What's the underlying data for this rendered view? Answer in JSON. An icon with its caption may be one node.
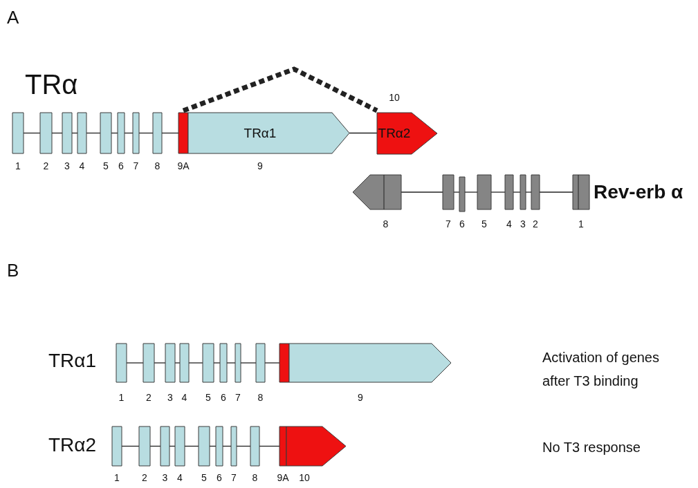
{
  "diagram": {
    "nodes": [
      {
        "text": [],
        "shape": "box",
        "beside": [
          "1"
        ]
      },
      {
        "text": [],
        "shape": "box",
        "beside": [
          "2"
        ]
      },
      {
        "text": [],
        "shape": "box",
        "beside": [
          "3"
        ]
      },
      {
        "text": [],
        "shape": "box",
        "beside": [
          "4"
        ]
      },
      {
        "text": [],
        "shape": "box",
        "beside": [
          "5"
        ]
      },
      {
        "text": [],
        "shape": "box",
        "beside": [
          "6"
        ]
      },
      {
        "text": [],
        "shape": "box",
        "beside": [
          "7"
        ]
      },
      {
        "text": [],
        "shape": "box",
        "beside": [
          "8"
        ]
      },
      {
        "text": [],
        "shape": "box",
        "beside": [
          "9A"
        ]
      },
      {
        "text": [
          "TRα1"
        ],
        "beside": [
          "9"
        ]
      },
      {
        "text": [
          "TRα2"
        ],
        "beside": [
          "10"
        ]
      },
      {
        "text": [],
        "shape": "arrow",
        "beside": [
          "8"
        ]
      },
      {
        "text": [],
        "shape": "box",
        "beside": [
          "7"
        ]
      },
      {
        "text": [],
        "shape": "box",
        "beside": [
          "6"
        ]
      },
      {
        "text": [],
        "shape": "box",
        "beside": [
          "5"
        ]
      },
      {
        "text": [],
        "shape": "box",
        "beside": [
          "4"
        ]
      },
      {
        "text": [],
        "shape": "box",
        "beside": [
          "3"
        ]
      },
      {
        "text": [],
        "shape": "box",
        "beside": [
          "2"
        ]
      },
      {
        "text": [],
        "shape": "box",
        "beside": [
          "1"
        ]
      },
      {
        "text": [],
        "shape": "box",
        "beside": [
          "1"
        ]
      },
      {
        "text": [],
        "shape": "box",
        "beside": [
          "2"
        ]
      },
      {
        "text": [],
        "shape": "box",
        "beside": [
          "3"
        ]
      },
      {
        "text": [],
        "shape": "box",
        "beside": [
          "4"
        ]
      },
      {
        "text": [],
        "shape": "box",
        "beside": [
          "5"
        ]
      },
      {
        "text": [],
        "shape": "box",
        "beside": [
          "6"
        ]
      },
      {
        "text": [],
        "shape": "box",
        "beside": [
          "7"
        ]
      },
      {
        "text": [],
        "shape": "box",
        "beside": [
          "8"
        ]
      },
      {
        "text": [],
        "shape": "box"
      },
      {
        "text": [],
        "shape": "arrow",
        "beside": [
          "9"
        ]
      },
      {
        "text": [],
        "shape": "box",
        "beside": [
          "1"
        ]
      },
      {
        "text": [],
        "shape": "box",
        "beside": [
          "2"
        ]
      },
      {
        "text": [],
        "shape": "box",
        "beside": [
          "3"
        ]
      },
      {
        "text": [],
        "shape": "box",
        "beside": [
          "4"
        ]
      },
      {
        "text": [],
        "shape": "box",
        "beside": [
          "5"
        ]
      },
      {
        "text": [],
        "shape": "box",
        "beside": [
          "6"
        ]
      },
      {
        "text": [],
        "shape": "box",
        "beside": [
          "7"
        ]
      },
      {
        "text": [],
        "shape": "box",
        "beside": [
          "8"
        ]
      },
      {
        "text": [],
        "shape": "box",
        "beside": [
          "9A"
        ]
      },
      {
        "text": [],
        "shape": "arrow",
        "beside": [
          "10"
        ]
      }
    ],
    "edges": [
      {
        "from": 0,
        "to": 1,
        "arrow": "none"
      },
      {
        "from": 1,
        "to": 2,
        "arrow": "none"
      },
      {
        "from": 2,
        "to": 3,
        "arrow": "none"
      },
      {
        "from": 3,
        "to": 4,
        "arrow": "none"
      },
      {
        "from": 4,
        "to": 5,
        "arrow": "none"
      },
      {
        "from": 5,
        "to": 6,
        "arrow": "none"
      },
      {
        "from": 6,
        "to": 7,
        "arrow": "none"
      },
      {
        "from": 7,
        "to": 8,
        "arrow": "none"
      },
      {
        "from": 9,
        "to": 10,
        "arrow": "none"
      },
      {
        "from": 8,
        "to": 10,
        "arrow": "none",
        "style": "dashed"
      },
      {
        "from": 11,
        "to": 12,
        "arrow": "none"
      },
      {
        "from": 12,
        "to": 13,
        "arrow": "none"
      },
      {
        "from": 13,
        "to": 14,
        "arrow": "none"
      },
      {
        "from": 14,
        "to": 15,
        "arrow": "none"
      },
      {
        "from": 15,
        "to": 16,
        "arrow": "none"
      },
      {
        "from": 16,
        "to": 17,
        "arrow": "none"
      },
      {
        "from": 17,
        "to": 18,
        "arrow": "none"
      },
      {
        "from": 19,
        "to": 20,
        "arrow": "none"
      },
      {
        "from": 20,
        "to": 21,
        "arrow": "none"
      },
      {
        "from": 21,
        "to": 22,
        "arrow": "none"
      },
      {
        "from": 22,
        "to": 23,
        "arrow": "none"
      },
      {
        "from": 23,
        "to": 24,
        "arrow": "none"
      },
      {
        "from": 24,
        "to": 25,
        "arrow": "none"
      },
      {
        "from": 25,
        "to": 26,
        "arrow": "none"
      },
      {
        "from": 26,
        "to": 27,
        "arrow": "none"
      },
      {
        "from": 29,
        "to": 30,
        "arrow": "none"
      },
      {
        "from": 30,
        "to": 31,
        "arrow": "none"
      },
      {
        "from": 31,
        "to": 32,
        "arrow": "none"
      },
      {
        "from": 32,
        "to": 33,
        "arrow": "none"
      },
      {
        "from": 33,
        "to": 34,
        "arrow": "none"
      },
      {
        "from": 34,
        "to": 35,
        "arrow": "none"
      },
      {
        "from": 35,
        "to": 36,
        "arrow": "none"
      },
      {
        "from": 36,
        "to": 37,
        "arrow": "none"
      }
    ],
    "labels": [
      "A",
      "TRα",
      "Rev-erb α",
      "B",
      "TRα1",
      "Activation of genes after T3 binding",
      "TRα2",
      "No T3 response"
    ]
  }
}
